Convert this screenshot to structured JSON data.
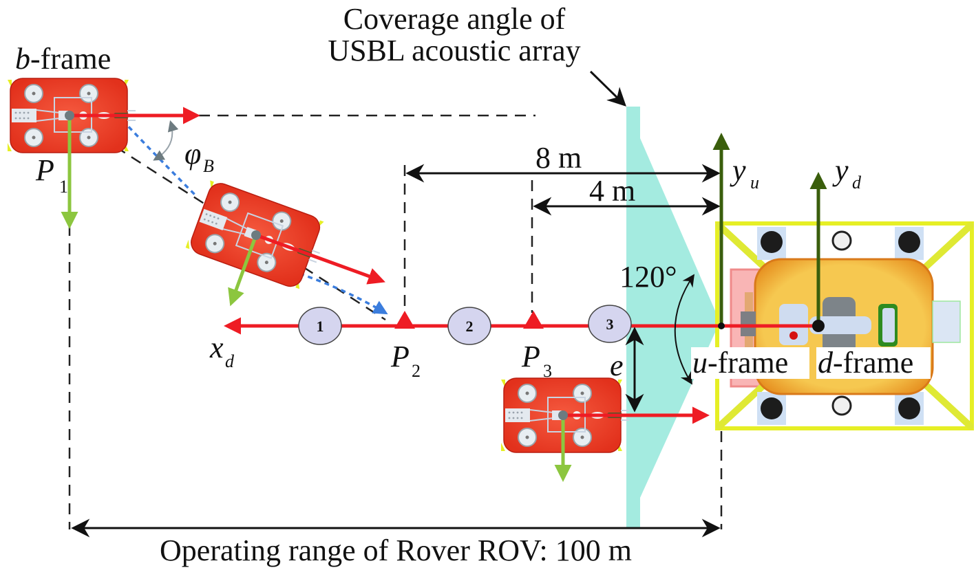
{
  "title": {
    "line1": "Coverage angle of",
    "line2": "USBL acoustic array"
  },
  "frames": {
    "b_frame": {
      "italic": "b",
      "rest": "-frame"
    },
    "u_frame": {
      "italic": "u",
      "rest": "-frame"
    },
    "d_frame": {
      "italic": "d",
      "rest": "-frame"
    }
  },
  "points": [
    {
      "main": "P",
      "sub": "1"
    },
    {
      "main": "P",
      "sub": "2"
    },
    {
      "main": "P",
      "sub": "3"
    }
  ],
  "axes": {
    "x_d": {
      "main": "x",
      "sub": "d"
    },
    "y_u": {
      "main": "y",
      "sub": "u"
    },
    "y_d": {
      "main": "y",
      "sub": "d"
    }
  },
  "angle": {
    "main": "φ",
    "sub": "B"
  },
  "offset_label": "e",
  "coverage_angle": "120°",
  "dimensions": {
    "d8": "8 m",
    "d4": "4 m",
    "range": "Operating range of Rover ROV: 100 m"
  },
  "stages": [
    "1",
    "2",
    "3"
  ],
  "colors": {
    "heading_arrow": "#ee1c24",
    "lateral_arrow": "#8cc63f",
    "frame_axis": "#3a5e0c",
    "path_arrow": "#3b7ddd",
    "coverage": "#7fe5d6",
    "rov_body": "#ec3a25",
    "dock_body": "#f5c244",
    "dock_frame": "#e7f03c",
    "stage_fill": "#d5d5ef"
  }
}
